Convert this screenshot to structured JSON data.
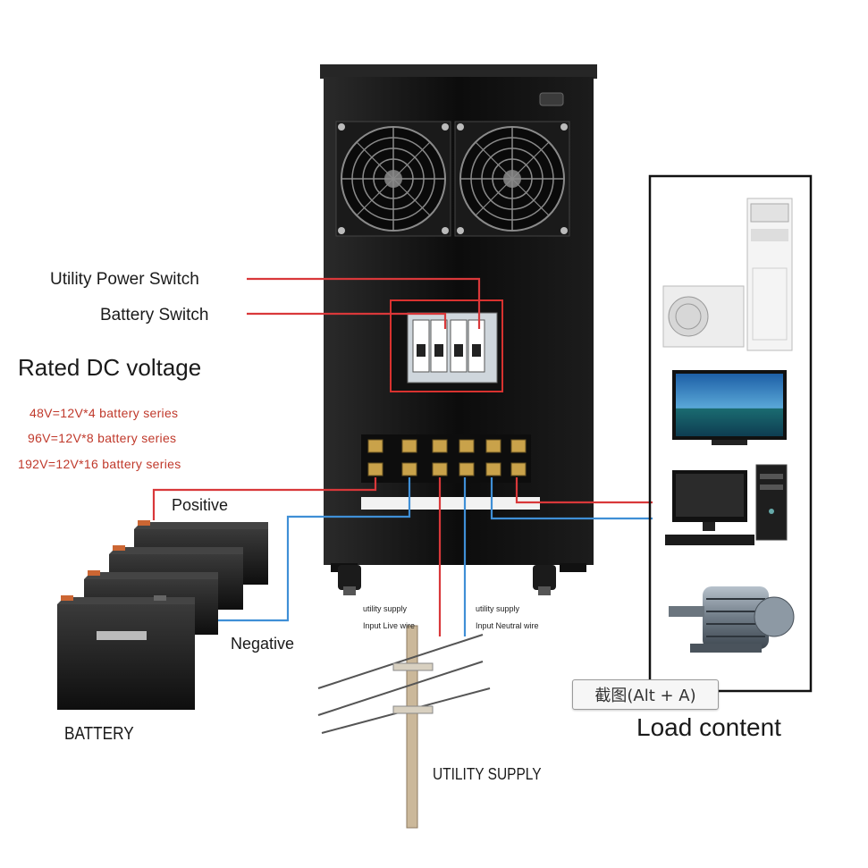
{
  "labels": {
    "utility_power_switch": "Utility Power Switch",
    "battery_switch": "Battery Switch",
    "rated_dc_voltage": "Rated DC voltage",
    "voltage_options": [
      "48V=12V*4 battery series",
      "96V=12V*8 battery series",
      "192V=12V*16 battery series"
    ],
    "positive": "Positive",
    "negative": "Negative",
    "battery": "BATTERY",
    "utility_supply": "UTILITY SUPPLY",
    "live_wire_label": [
      "utility supply",
      "Input Live wire"
    ],
    "neutral_wire_label": [
      "utility supply",
      "Input Neutral wire"
    ],
    "load_content": "Load content"
  },
  "tooltip": {
    "text": "截图(Alt + A)"
  },
  "colors": {
    "wire_red": "#d9383a",
    "wire_blue": "#3f8fd6",
    "cabinet": "#101010",
    "label_red": "#c0392b"
  },
  "icons": {
    "cabinet": "inverter-cabinet-icon",
    "fan": "cooling-fan-icon",
    "breaker": "circuit-breaker-icon",
    "terminal": "terminal-block-icon",
    "battery": "battery-icon",
    "pole": "utility-pole-icon",
    "air_conditioner": "air-conditioner-icon",
    "television": "television-icon",
    "desktop": "desktop-computer-icon",
    "motor": "electric-motor-icon"
  }
}
